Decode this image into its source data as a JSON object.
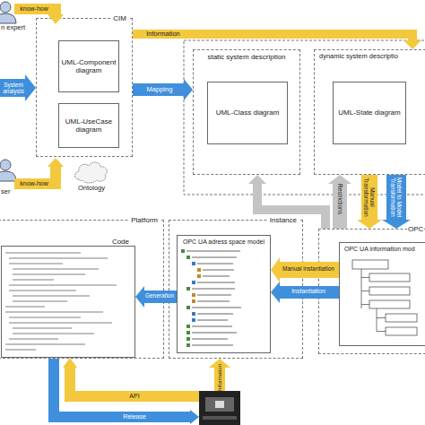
{
  "diagram": {
    "nodes": [
      {
        "text": [
          "CIM"
        ]
      },
      {
        "text": [
          "UML-Component diagram"
        ],
        "in": 0
      },
      {
        "text": [
          "UML-UseCase diagram"
        ],
        "in": 0
      },
      {
        "text": [
          "static system description"
        ]
      },
      {
        "text": [
          "UML-Class diagram"
        ],
        "in": 3
      },
      {
        "text": [
          "dynamic system descriptio"
        ]
      },
      {
        "text": [
          "UML-State diagram"
        ],
        "in": 5
      },
      {
        "text": [
          "OPC"
        ]
      },
      {
        "text": [
          "OPC UA information mod"
        ],
        "in": 7
      },
      {
        "text": [
          "Instance"
        ]
      },
      {
        "text": [
          "OPC UA adress space model"
        ],
        "in": 9
      },
      {
        "text": [
          "Platform"
        ]
      },
      {
        "text": [
          "Code"
        ],
        "in": 11
      },
      {
        "text": [
          "Ontology"
        ]
      }
    ],
    "edges": [
      {
        "from": 0,
        "to": 3,
        "arrow": "to",
        "label": "Mapping"
      },
      {
        "from": 0,
        "to": 5,
        "arrow": "to",
        "label": "Information"
      },
      {
        "from": 7,
        "to": 3,
        "arrow": "to"
      },
      {
        "from": 7,
        "to": 5,
        "arrow": "to",
        "label": "Restrictions"
      },
      {
        "from": 5,
        "to": 7,
        "arrow": "to",
        "label": "Manual Transformation"
      },
      {
        "from": 5,
        "to": 7,
        "arrow": "to",
        "label": "Model to Model Transformation"
      },
      {
        "from": 8,
        "to": 10,
        "arrow": "to",
        "label": "Manual instantiation"
      },
      {
        "from": 8,
        "to": 10,
        "arrow": "to",
        "label": "Instantiation"
      },
      {
        "from": 10,
        "to": 12,
        "arrow": "to",
        "label": "Generation"
      }
    ],
    "labels": [
      "n expert",
      "know-how",
      "System analysis",
      "know-how",
      "ser",
      "Information",
      "API",
      "Release"
    ]
  }
}
